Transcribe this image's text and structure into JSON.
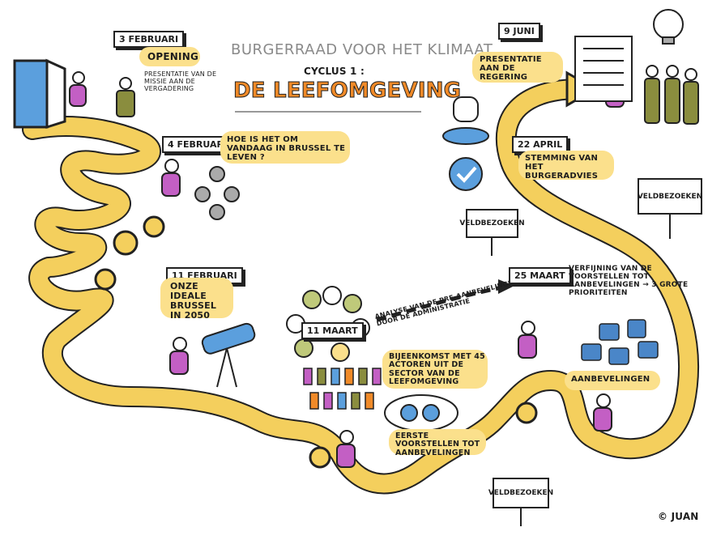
{
  "header": {
    "title": "BURGERRAAD VOOR HET KLIMAAT",
    "cycle": "CYCLUS 1 :",
    "subtitle": "DE LEEFOMGEVING"
  },
  "steps": [
    {
      "date": "3 FEBRUARI",
      "label": "OPENING",
      "detail": "PRESENTATIE VAN DE MISSIE AAN DE VERGADERING"
    },
    {
      "date": "4 FEBRUARI",
      "label": "HOE IS HET OM VANDAAG IN BRUSSEL TE LEVEN ?"
    },
    {
      "date": "11 FEBRUARI",
      "label": "ONZE IDEALE BRUSSEL IN 2050"
    },
    {
      "date": "11 MAART",
      "label": "BIJEENKOMST MET 45 ACTOREN UIT DE SECTOR VAN DE LEEFOMGEVING"
    },
    {
      "label": "EERSTE VOORSTELLEN TOT AANBEVELINGEN"
    },
    {
      "arrow_label": "ANALYSE VAN DE PRE-AANBEVELINGEN DOOR DE ADMINISTRATIE"
    },
    {
      "date": "25 MAART",
      "label": "VERFIJNING VAN DE VOORSTELLEN TOT AANBEVELINGEN → 3 GROTE PRIORITEITEN"
    },
    {
      "label": "AANBEVELINGEN"
    },
    {
      "date": "22 APRIL",
      "label": "STEMMING VAN HET BURGERADVIES"
    },
    {
      "date": "9 JUNI",
      "label": "PRESENTATIE AAN DE REGERING"
    }
  ],
  "signs": [
    "VELDBEZOEKEN",
    "VELDBEZOEKEN",
    "VELDBEZOEKEN"
  ],
  "credit": "© JUAN",
  "colors": {
    "path": "#f4cf5d",
    "highlight": "#fbe08c",
    "person": "#c35fc4",
    "official": "#8a8d3e",
    "accent": "#f08a28",
    "puzzle": "#4a86c8"
  }
}
